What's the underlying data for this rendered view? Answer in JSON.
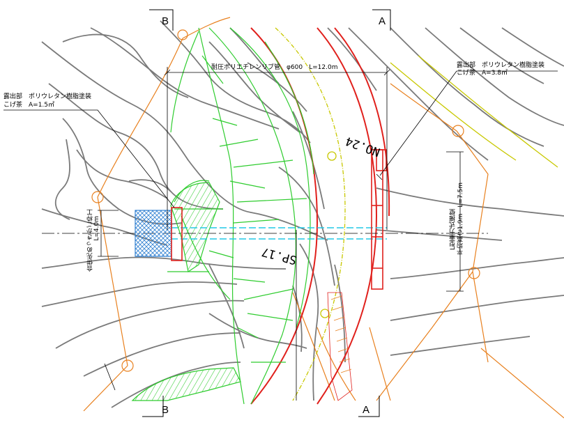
{
  "section_markers": {
    "b_top": "B",
    "a_top": "A",
    "b_bottom": "B",
    "a_bottom": "A"
  },
  "pipe_label": "耐圧ポリエチレンリブ管　φ600　L=12.0m",
  "exposed_left": {
    "title": "露出部　ポリウレタン樹脂塗装",
    "detail": "こげ茶　A=1.5㎡"
  },
  "exposed_right": {
    "title": "露出部　ポリウレタン樹脂塗装",
    "detail": "こげ茶　A=3.8㎡"
  },
  "left_vertical": {
    "text": "合併先めっきかご枠工",
    "length": "L=4.0m"
  },
  "right_vertical": {
    "text": "L型重力式擁壁",
    "detail": "平均高さ1.9m　L=7.5m"
  },
  "station_no": "NO.24",
  "station_sp": "SP.17",
  "colors": {
    "contour": "#7a7a7a",
    "road_edge": "#e0201c",
    "slope": "#2ecc2e",
    "boundary": "#e8801e",
    "centerline": "#c8c800",
    "pipe": "#22c8e6",
    "gabion": "#2f7fd0",
    "hatch_red": "#e0201c"
  }
}
